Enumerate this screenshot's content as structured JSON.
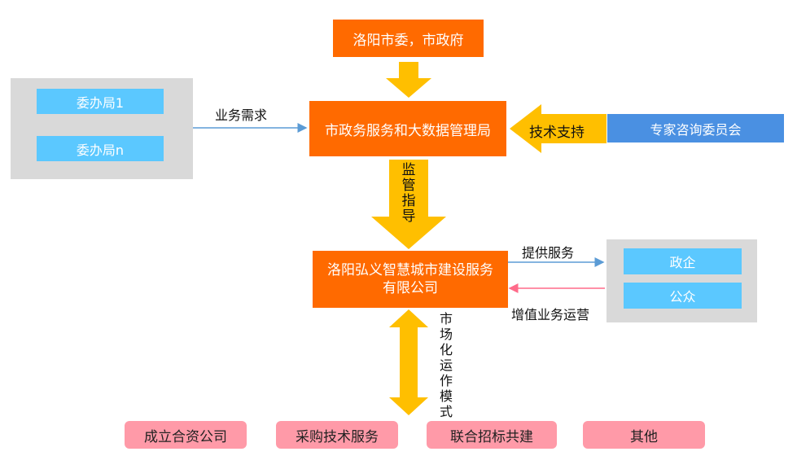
{
  "top": {
    "party_gov": "洛阳市委，市政府"
  },
  "center": {
    "bureau": "市政务服务和大数据管理局",
    "company": "洛阳弘义智慧城市建设服务有限公司"
  },
  "left_panel": {
    "items": [
      "委办局1",
      "委办局n"
    ]
  },
  "right": {
    "expert_committee": "专家咨询委员会",
    "tech_support": "技术支持",
    "client_items": [
      "政企",
      "公众"
    ]
  },
  "labels": {
    "business_demand": "业务需求",
    "supervision_guidance": "监管指导",
    "provide_service": "提供服务",
    "value_added_ops": "增值业务运营",
    "market_mode": "市场化运作模式"
  },
  "bottom": {
    "items": [
      "成立合资公司",
      "采购技术服务",
      "联合招标共建",
      "其他"
    ]
  },
  "colors": {
    "orange": "#ff6a00",
    "arrow_yellow": "#ffbf00",
    "light_blue": "#5bc8ff",
    "expert_blue": "#4a90e2",
    "pink": "#ff9aa8",
    "panel_gray": "#d9d9d9",
    "line_blue": "#5b9bd5",
    "line_pink": "#ff6b8a"
  }
}
